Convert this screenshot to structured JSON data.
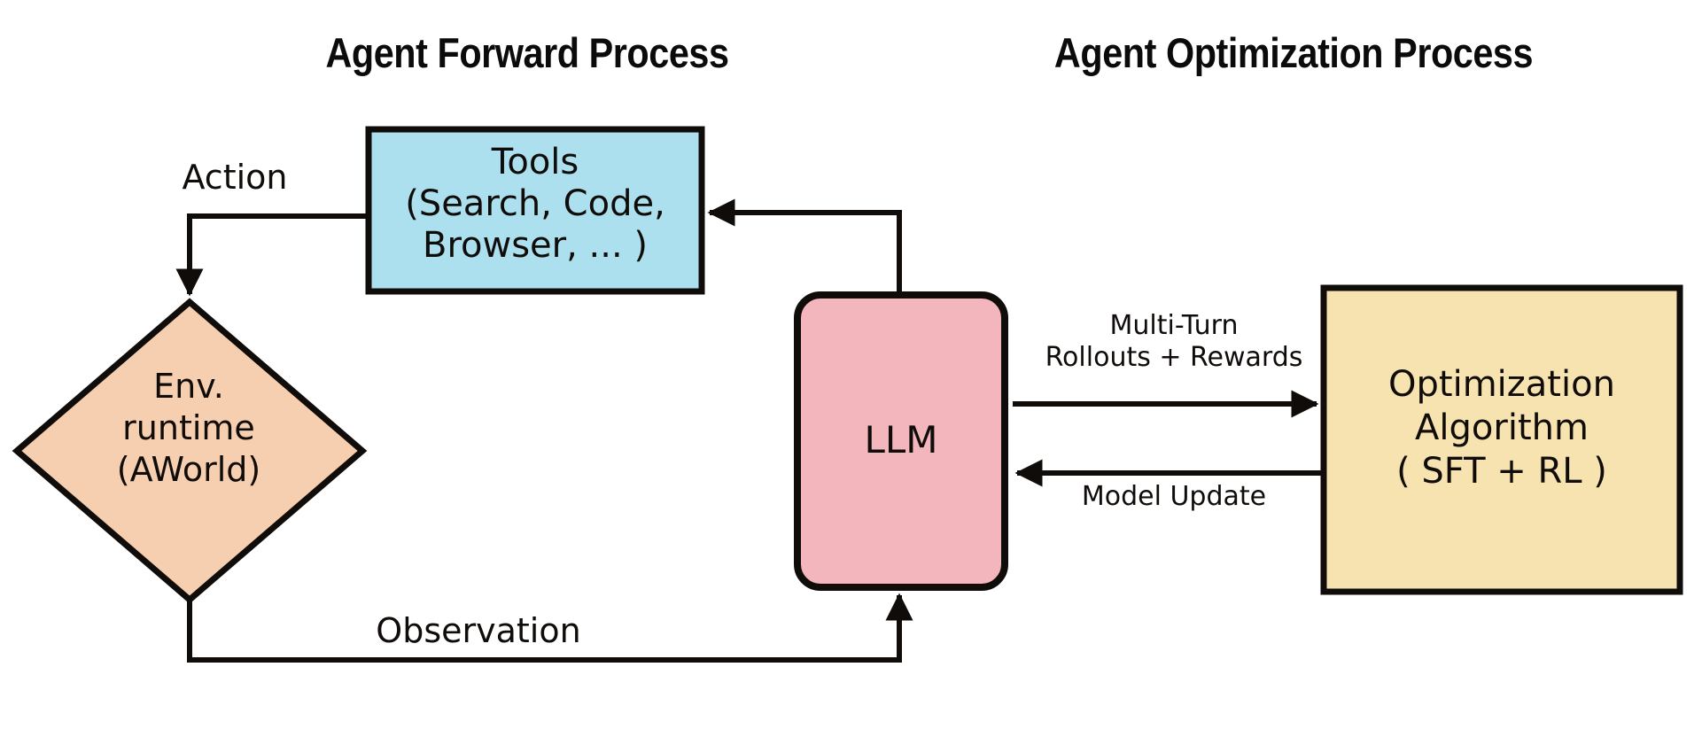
{
  "figure": {
    "background": "#ffffff",
    "stroke_color": "#100c0a",
    "sections": [
      {
        "id": "forward",
        "title": "Agent Forward Process"
      },
      {
        "id": "optimize",
        "title": "Agent Optimization Process"
      }
    ]
  },
  "titles": {
    "forward": "Agent Forward Process",
    "optimization": "Agent Optimization Process"
  },
  "nodes": {
    "tools": {
      "shape": "rectangle",
      "fill": "#ace0ef",
      "lines": [
        "Tools",
        "(Search, Code,",
        "Browser, ... )"
      ]
    },
    "env": {
      "shape": "diamond",
      "fill": "#f6cfb0",
      "lines": [
        "Env.",
        "runtime",
        "(AWorld)"
      ]
    },
    "llm": {
      "shape": "rounded-rectangle",
      "fill": "#f2b6bc",
      "lines": [
        "LLM"
      ]
    },
    "optimization": {
      "shape": "rectangle",
      "fill": "#f7e3b0",
      "lines": [
        "Optimization",
        "Algorithm",
        "( SFT + RL )"
      ]
    }
  },
  "edges": {
    "action": {
      "label": "Action",
      "from": "tools",
      "to": "env"
    },
    "observation": {
      "label": "Observation",
      "from": "env",
      "to": "llm"
    },
    "tool_call": {
      "label": "",
      "from": "llm",
      "to": "tools"
    },
    "rollouts": {
      "label_lines": [
        "Multi-Turn",
        "Rollouts + Rewards"
      ],
      "from": "llm",
      "to": "optimization"
    },
    "model_update": {
      "label_lines": [
        "Model Update"
      ],
      "from": "optimization",
      "to": "llm"
    }
  }
}
